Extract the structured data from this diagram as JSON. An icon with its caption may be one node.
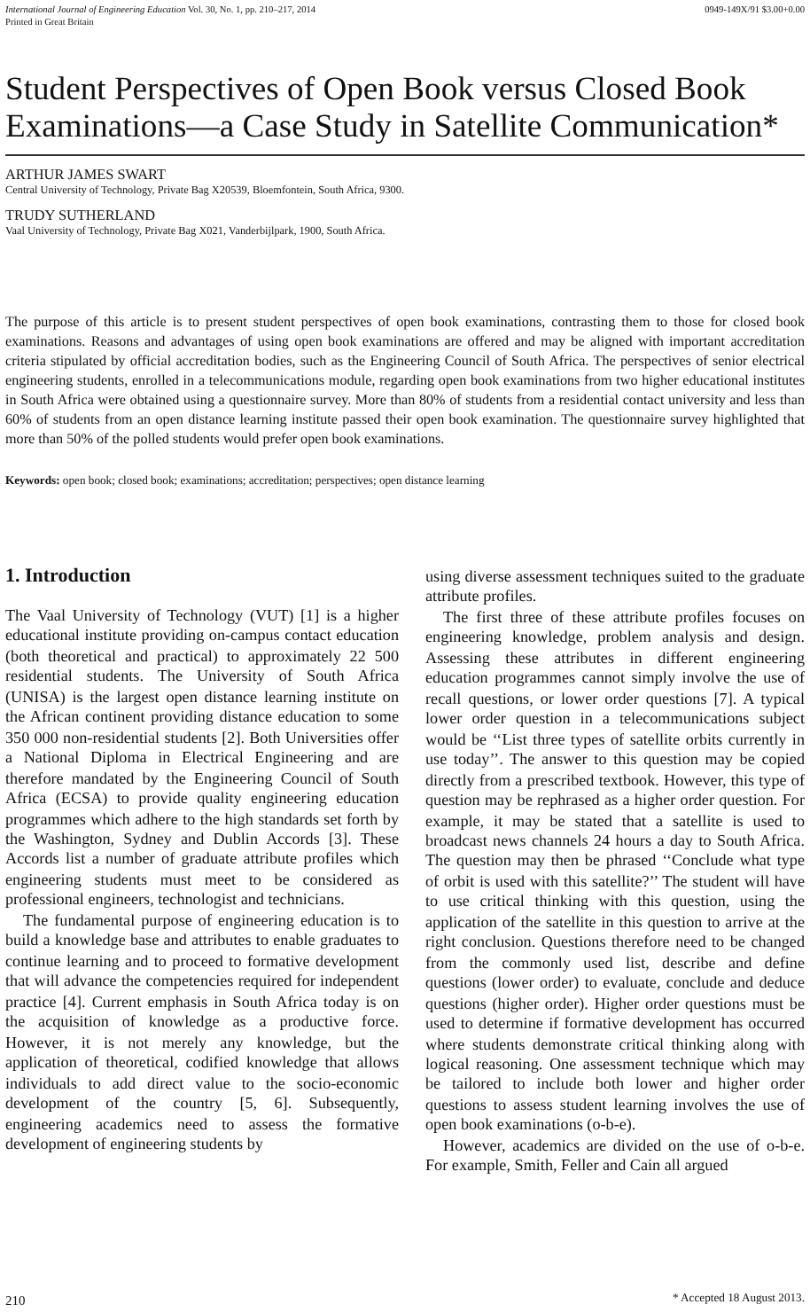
{
  "diagram": {
    "title": "Student Perspectives of Open Book versus Closed Book Examinations—a Case Study in Satellite Communication*",
    "labels": [
      "*International Journal of Engineering Education* Vol. 30, No. 1, pp. 210–217, 2014",
      "Printed in Great Britain",
      "0949-149X/91 $3.00+0.00",
      "ARTHUR JAMES SWART",
      "Central University of Technology, Private Bag X20539, Bloemfontein, South Africa, 9300.",
      "TRUDY SUTHERLAND",
      "Vaal University of Technology, Private Bag X021, Vanderbijlpark, 1900, South Africa.",
      "The purpose of this article is to present student perspectives of open book examinations, contrasting them to those for closed book examinations. Reasons and advantages of using open book examinations are offered and may be aligned with important accreditation criteria stipulated by official accreditation bodies, such as the Engineering Council of South Africa. The perspectives of senior electrical engineering students, enrolled in a telecommunications module, regarding open book examinations from two higher educational institutes in South Africa were obtained using a questionnaire survey. More than 80% of students from a residential contact university and less than 60% of students from an open distance learning institute passed their open book examination. The questionnaire survey highlighted that more than 50% of the polled students would prefer open book examinations.",
      "**Keywords:** open book; closed book; examinations; accreditation; perspectives; open distance learning",
      "1. Introduction",
      "The Vaal University of Technology (VUT) [1] is a higher educational institute providing on-campus contact education (both theoretical and practical) to approximately 22 500 residential students. The University of South Africa (UNISA) is the largest open distance learning institute on the African continent providing distance education to some 350 000 non-residential students [2]. Both Universities offer a National Diploma in Electrical Engineering and are therefore mandated by the Engineering Council of South Africa (ECSA) to provide quality engineering education programmes which adhere to the high standards set forth by the Washington, Sydney and Dublin Accords [3]. These Accords list a number of graduate attribute profiles which engineering students must meet to be considered as professional engineers, technologist and technicians.",
      "The fundamental purpose of engineering education is to build a knowledge base and attributes to enable graduates to continue learning and to proceed to formative development that will advance the competencies required for independent practice [4]. Current emphasis in South Africa today is on the acquisition of knowledge as a productive force. However, it is not merely any knowledge, but the application of theoretical, codified knowledge that allows individuals to add direct value to the socio-economic development of the country [5, 6]. Subsequently, engineering academics need to assess the formative development of engineering students by",
      "using diverse assessment techniques suited to the graduate attribute profiles.",
      "The first three of these attribute profiles focuses on engineering knowledge, problem analysis and design. Assessing these attributes in different engineering education programmes cannot simply involve the use of recall questions, or lower order questions [7]. A typical lower order question in a telecommunications subject would be ‘‘List three types of satellite orbits currently in use today’’. The answer to this question may be copied directly from a prescribed textbook. However, this type of question may be rephrased as a higher order question. For example, it may be stated that a satellite is used to broadcast news channels 24 hours a day to South Africa. The question may then be phrased ‘‘Conclude what type of orbit is used with this satellite?’’ The student will have to use critical thinking with this question, using the application of the satellite in this question to arrive at the right conclusion. Questions therefore need to be changed from the commonly used list, describe and define questions (lower order) to evaluate, conclude and deduce questions (higher order). Higher order questions must be used to determine if formative development has occurred where students demonstrate critical thinking along with logical reasoning. One assessment technique which may be tailored to include both lower and higher order questions to assess student learning involves the use of open book examinations (o-b-e).",
      "However, academics are divided on the use of o-b-e. For example, Smith, Feller and Cain all argued",
      "210",
      "* Accepted 18 August 2013."
    ]
  }
}
